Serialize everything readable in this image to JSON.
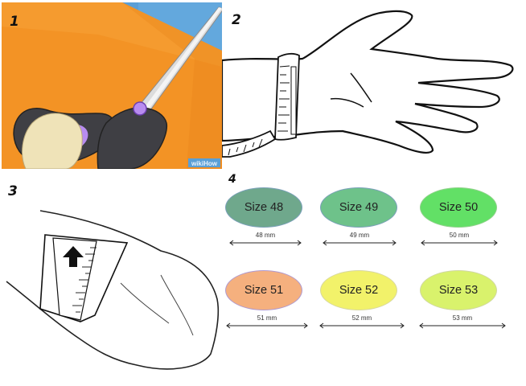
{
  "steps": [
    {
      "number": "1"
    },
    {
      "number": "2"
    },
    {
      "number": "3"
    },
    {
      "number": "4"
    }
  ],
  "watermark": "wikiHow",
  "sizes": [
    {
      "label": "Size 48",
      "measure": "48 mm",
      "color": "#6fa88c"
    },
    {
      "label": "Size 49",
      "measure": "49 mm",
      "color": "#6ec28a"
    },
    {
      "label": "Size 50",
      "measure": "50 mm",
      "color": "#62e066"
    },
    {
      "label": "Size 51",
      "measure": "51 mm",
      "color": "#f5b07e"
    },
    {
      "label": "Size 52",
      "measure": "52 mm",
      "color": "#f2f26a"
    },
    {
      "label": "Size 53",
      "measure": "53 mm",
      "color": "#d9f26c"
    }
  ],
  "icons": [
    "scissors-icon",
    "hand-icon",
    "measuring-tape-icon",
    "wrist-icon",
    "arrow-up-icon"
  ]
}
